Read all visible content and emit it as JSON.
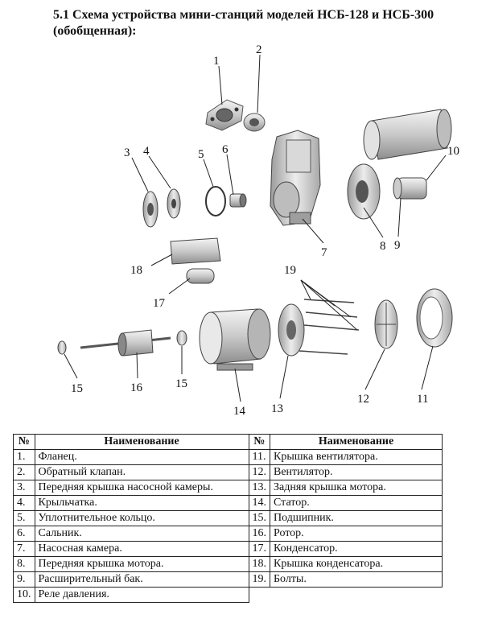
{
  "title": "5.1 Схема устройства мини-станций моделей НСБ-128 и НСБ-300  (обобщенная):",
  "diagram": {
    "callouts": [
      "1",
      "2",
      "3",
      "4",
      "5",
      "6",
      "7",
      "8",
      "9",
      "10",
      "11",
      "12",
      "13",
      "14",
      "15",
      "15",
      "16",
      "17",
      "18",
      "19"
    ]
  },
  "table": {
    "headers": [
      "№",
      "Наименование",
      "№",
      "Наименование"
    ],
    "left": [
      {
        "num": "1.",
        "name": "Фланец."
      },
      {
        "num": "2.",
        "name": "Обратный клапан."
      },
      {
        "num": "3.",
        "name": "Передняя крышка насосной камеры."
      },
      {
        "num": "4.",
        "name": "Крыльчатка."
      },
      {
        "num": "5.",
        "name": "Уплотнительное кольцо."
      },
      {
        "num": "6.",
        "name": "Сальник."
      },
      {
        "num": "7.",
        "name": "Насосная камера."
      },
      {
        "num": "8.",
        "name": "Передняя крышка мотора."
      },
      {
        "num": "9.",
        "name": "Расширительный бак."
      },
      {
        "num": "10.",
        "name": "Реле давления."
      }
    ],
    "right": [
      {
        "num": "11.",
        "name": "Крышка вентилятора."
      },
      {
        "num": "12.",
        "name": "Вентилятор."
      },
      {
        "num": "13.",
        "name": "Задняя крышка  мотора."
      },
      {
        "num": "14.",
        "name": "Статор."
      },
      {
        "num": "15.",
        "name": "Подшипник."
      },
      {
        "num": "16.",
        "name": "Ротор."
      },
      {
        "num": "17.",
        "name": "Конденсатор."
      },
      {
        "num": "18.",
        "name": "Крышка конденсатора."
      },
      {
        "num": "19.",
        "name": "Болты."
      }
    ]
  }
}
